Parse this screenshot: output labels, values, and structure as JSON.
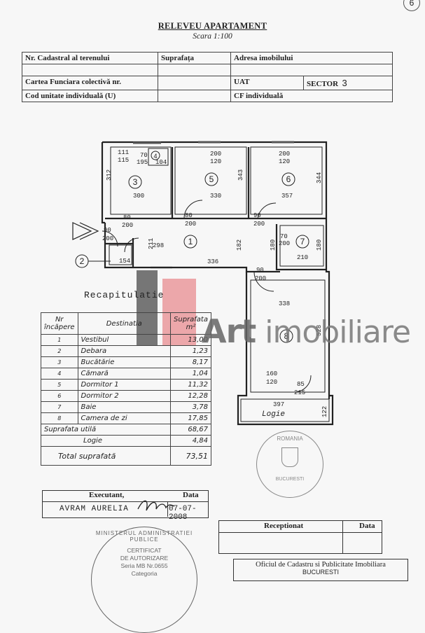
{
  "page_number": "6",
  "title": "RELEVEU APARTAMENT",
  "scale": "Scara 1:100",
  "header_table": {
    "row1": [
      "Nr. Cadastral al terenului",
      "Suprafața",
      "Adresa imobilului"
    ],
    "row2": [
      "Cartea Funciara colectivă nr.",
      "UAT",
      "SECTOR"
    ],
    "sector_value": "3",
    "row3": [
      "Cod unitate individuală (U)",
      "CF individuală"
    ]
  },
  "plan": {
    "rooms": [
      "1",
      "2",
      "3",
      "4",
      "5",
      "6",
      "7",
      "8"
    ],
    "dimensions": [
      "111",
      "115",
      "70",
      "195",
      "104",
      "312",
      "300",
      "200",
      "120",
      "330",
      "343",
      "200",
      "120",
      "357",
      "344",
      "80",
      "200",
      "80",
      "200",
      "90",
      "200",
      "90",
      "200",
      "211",
      "298",
      "182",
      "180",
      "70",
      "200",
      "180",
      "154",
      "336",
      "210",
      "90",
      "200",
      "338",
      "528",
      "160",
      "120",
      "85",
      "215",
      "397",
      "122"
    ],
    "logie_label": "Logie"
  },
  "recap": {
    "title": "Recapitulatie",
    "headers": {
      "nr": "Nr încăpere",
      "dest": "Destinatia",
      "supr": "Suprafata m²"
    },
    "rows": [
      {
        "nr": "1",
        "dest": "Vestibul",
        "supr": "13,00"
      },
      {
        "nr": "2",
        "dest": "Debara",
        "supr": "1,23"
      },
      {
        "nr": "3",
        "dest": "Bucătărie",
        "supr": "8,17"
      },
      {
        "nr": "4",
        "dest": "Cămară",
        "supr": "1,04"
      },
      {
        "nr": "5",
        "dest": "Dormitor 1",
        "supr": "11,32"
      },
      {
        "nr": "6",
        "dest": "Dormitor 2",
        "supr": "12,28"
      },
      {
        "nr": "7",
        "dest": "Baie",
        "supr": "3,78"
      },
      {
        "nr": "8",
        "dest": "Camera de zi",
        "supr": "17,85"
      }
    ],
    "util_label": "Suprafata utilă",
    "util_value": "68,67",
    "logie_label": "Logie",
    "logie_value": "4,84",
    "total_label": "Total suprafată",
    "total_value": "73,51"
  },
  "watermark": {
    "art": "Art",
    "rest": "imobiliare"
  },
  "executant": {
    "label": "Executant,",
    "data_label": "Data",
    "name": "AVRAM AURELIA",
    "date": "07-07-2008"
  },
  "receptionat": {
    "label": "Receptionat",
    "data_label": "Data"
  },
  "stamp_left": [
    "CERTIFICAT",
    "DE AUTORIZARE",
    "Seria MB Nr.0655",
    "Categoria"
  ],
  "stamp_left_ring": "MINISTERUL ADMINISTRATIEI PUBLICE",
  "stamp_right": [
    "ROMANIA",
    "BUCURESTI"
  ],
  "footer_office": [
    "Oficiul de Cadastru si Publicitate Imobiliara",
    "BUCURESTI"
  ]
}
